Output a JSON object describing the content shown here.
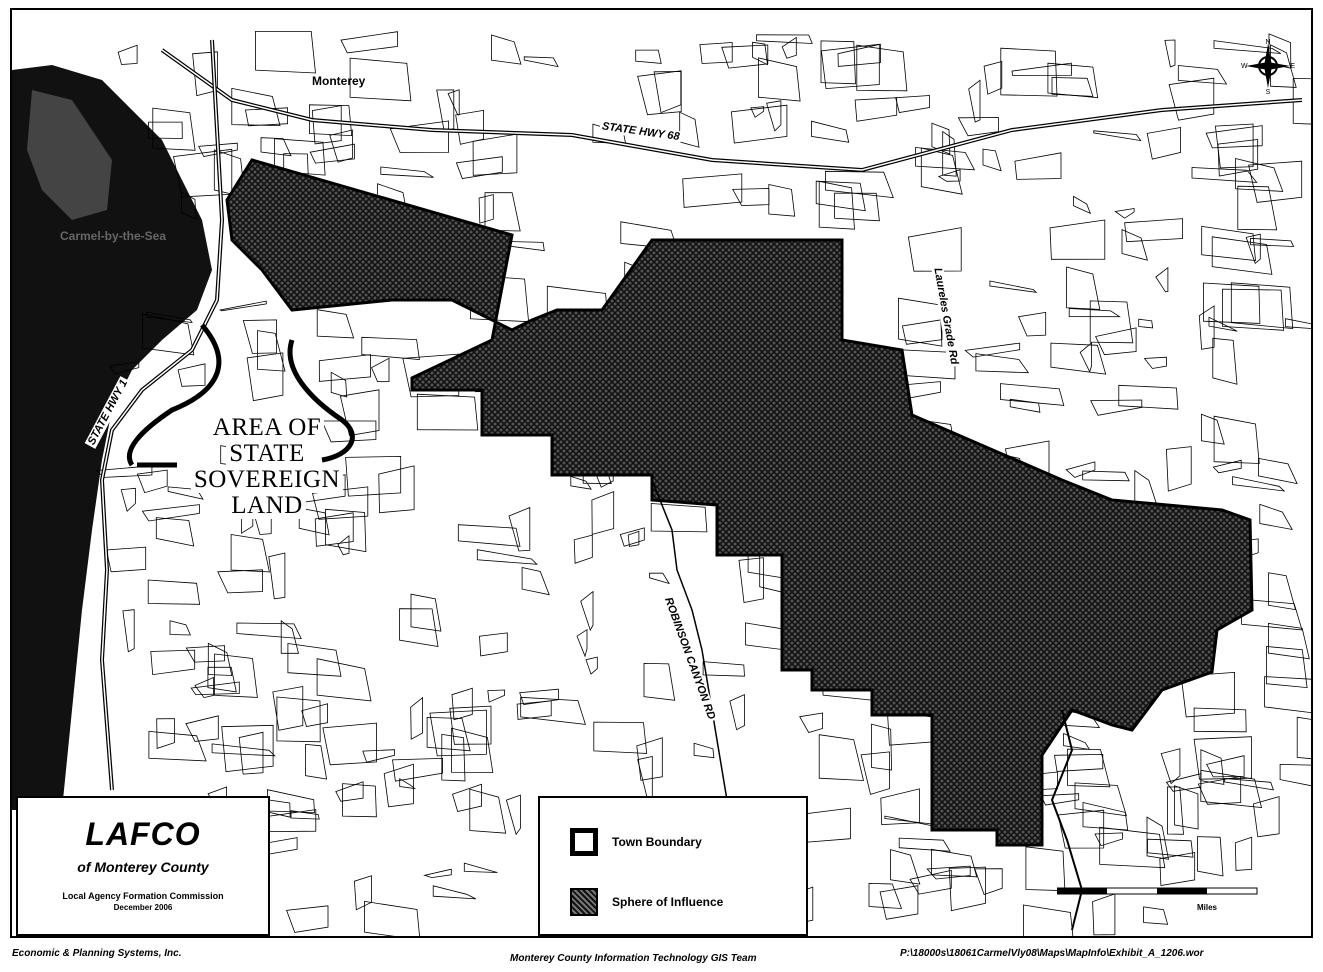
{
  "map": {
    "place_labels": {
      "monterey": "Monterey",
      "carmel": "Carmel-by-the-Sea"
    },
    "road_labels": {
      "hwy68": "STATE HWY 68",
      "hwy1": "STATE HWY 1",
      "laureles": "Laureles Grade Rd",
      "robinson": "ROBINSON CANYON RD"
    },
    "area_label": [
      "AREA OF",
      "STATE",
      "SOVEREIGN",
      "LAND"
    ],
    "compass": {
      "n": "N",
      "s": "S",
      "e": "E",
      "w": "W"
    },
    "scale_label": "Miles"
  },
  "title_block": {
    "title": "LAFCO",
    "subtitle": "of Monterey County",
    "commission": "Local Agency Formation Commission",
    "date": "December 2006"
  },
  "legend": {
    "items": [
      {
        "label": "Town Boundary",
        "symbol": "outline"
      },
      {
        "label": "Sphere of Influence",
        "symbol": "hatched"
      }
    ]
  },
  "footer": {
    "left": "Economic & Planning Systems, Inc.",
    "center": "Monterey County Information Technology GIS Team",
    "right": "P:\\18000s\\18061CarmelVly08\\Maps\\MapInfo\\Exhibit_A_1206.wor"
  },
  "colors": {
    "ink": "#000000",
    "sphere_fill": "#333333",
    "background": "#ffffff"
  }
}
